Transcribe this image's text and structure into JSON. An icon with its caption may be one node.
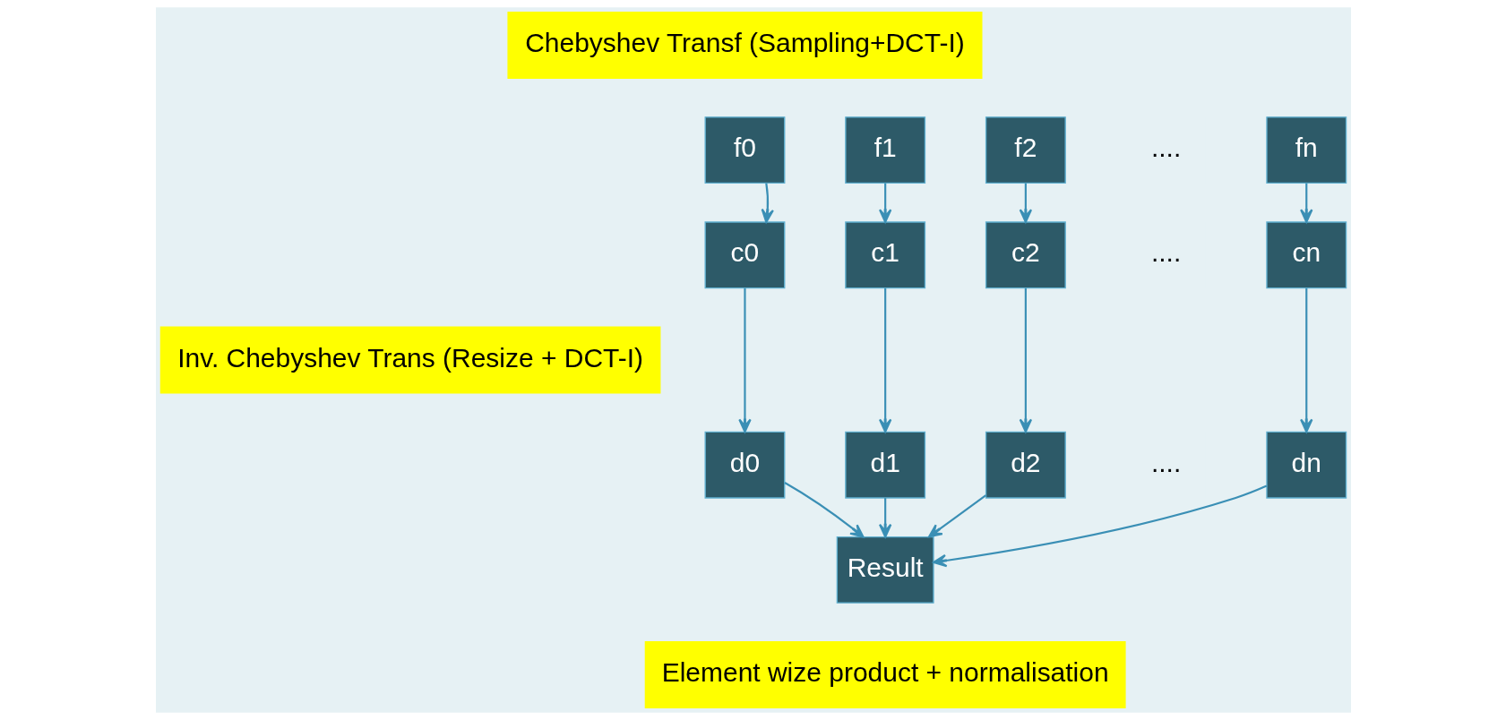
{
  "diagram": {
    "nodes": [
      {
        "text": [
          "f0"
        ]
      },
      {
        "text": [
          "f1"
        ]
      },
      {
        "text": [
          "f2"
        ]
      },
      {
        "text": [
          "fn"
        ]
      },
      {
        "text": [
          "Chebyshev Transf (Sampling+DCT-I)"
        ]
      },
      {
        "text": [
          "c0"
        ]
      },
      {
        "text": [
          "c1"
        ]
      },
      {
        "text": [
          "c2"
        ]
      },
      {
        "text": [
          "cn"
        ]
      },
      {
        "text": [
          "Inv. Chebyshev Trans (Resize + DCT-I)"
        ]
      },
      {
        "text": [
          "d0"
        ]
      },
      {
        "text": [
          "d1"
        ]
      },
      {
        "text": [
          "d2"
        ]
      },
      {
        "text": [
          "dn"
        ]
      },
      {
        "text": [
          "Result"
        ]
      },
      {
        "text": [
          "Element wize product + normalisation"
        ]
      }
    ],
    "edges": [
      {
        "from": 0,
        "to": 5,
        "arrow": "to"
      },
      {
        "from": 1,
        "to": 6,
        "arrow": "to"
      },
      {
        "from": 2,
        "to": 7,
        "arrow": "to"
      },
      {
        "from": 3,
        "to": 8,
        "arrow": "to"
      },
      {
        "from": 5,
        "to": 10,
        "arrow": "to"
      },
      {
        "from": 6,
        "to": 11,
        "arrow": "to"
      },
      {
        "from": 7,
        "to": 12,
        "arrow": "to"
      },
      {
        "from": 8,
        "to": 13,
        "arrow": "to"
      },
      {
        "from": 10,
        "to": 14,
        "arrow": "to"
      },
      {
        "from": 11,
        "to": 14,
        "arrow": "to"
      },
      {
        "from": 12,
        "to": 14,
        "arrow": "to"
      },
      {
        "from": 13,
        "to": 14,
        "arrow": "to"
      }
    ],
    "labels": [
      "....",
      "....",
      "...."
    ]
  }
}
